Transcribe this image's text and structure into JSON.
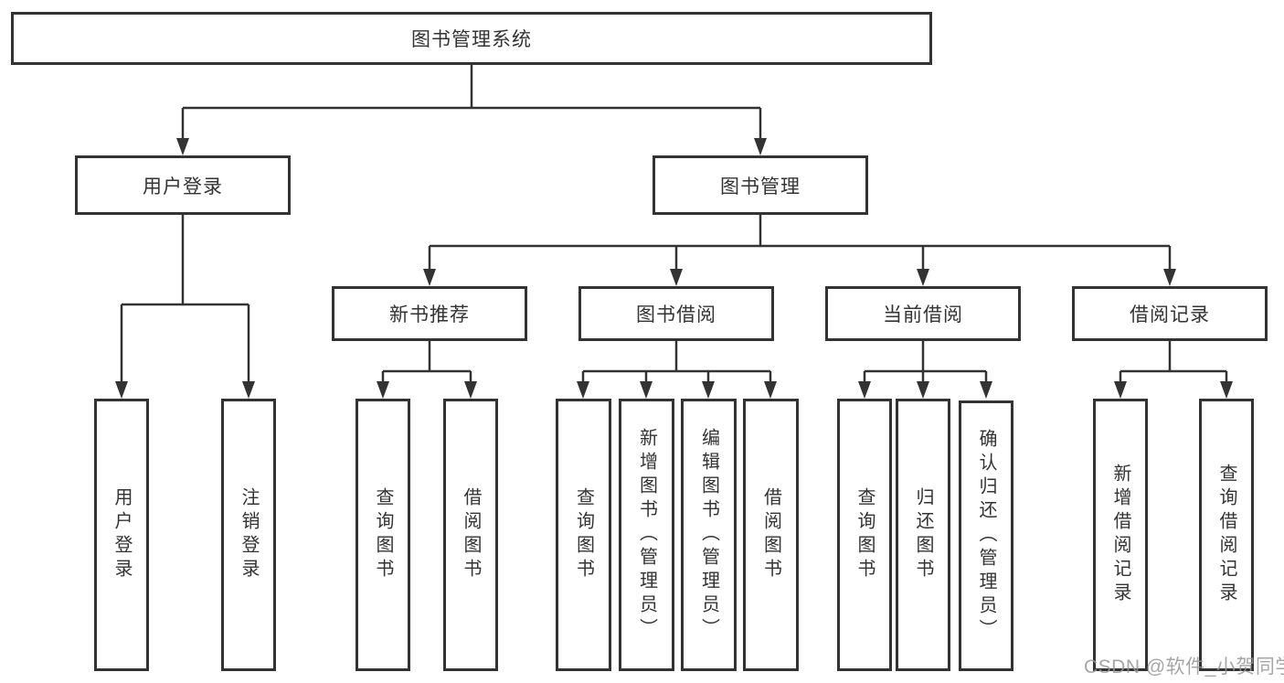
{
  "colors": {
    "box_border": "#333333",
    "box_fill": "#ffffff",
    "connector": "#333333",
    "text": "#333333",
    "watermark_text": "#969696",
    "background": "#ffffff"
  },
  "tree": {
    "root": {
      "label": "图书管理系统"
    },
    "children": [
      {
        "label": "用户登录",
        "children": [
          {
            "label": "用户登录"
          },
          {
            "label": "注销登录"
          }
        ]
      },
      {
        "label": "图书管理",
        "children": [
          {
            "label": "新书推荐",
            "children": [
              {
                "label": "查询图书"
              },
              {
                "label": "借阅图书"
              }
            ]
          },
          {
            "label": "图书借阅",
            "children": [
              {
                "label": "查询图书"
              },
              {
                "label": "新增图书（管理员）"
              },
              {
                "label": "编辑图书（管理员）"
              },
              {
                "label": "借阅图书"
              }
            ]
          },
          {
            "label": "当前借阅",
            "children": [
              {
                "label": "查询图书"
              },
              {
                "label": "归还图书"
              },
              {
                "label": "确认归还（管理员）"
              }
            ]
          },
          {
            "label": "借阅记录",
            "children": [
              {
                "label": "新增借阅记录"
              },
              {
                "label": "查询借阅记录"
              }
            ]
          }
        ]
      }
    ]
  },
  "watermark": {
    "text": "CSDN @软件_小贺同学"
  }
}
